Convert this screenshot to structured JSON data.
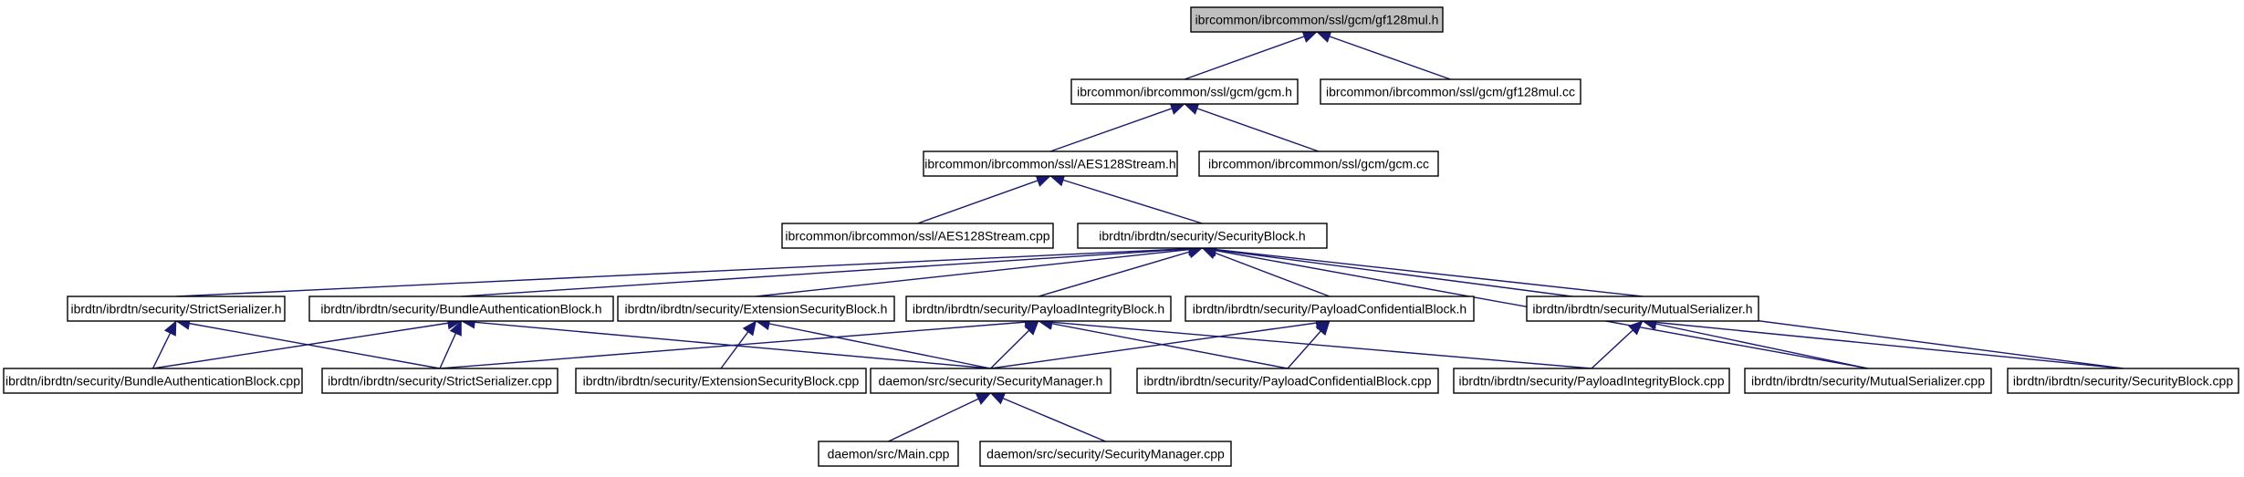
{
  "diagram": {
    "arrow_color": "#191970",
    "highlight_fill": "#bfbfbf",
    "nodes": [
      {
        "id": "gf128mul_h",
        "label": "ibrcommon/ibrcommon/ssl/gcm/gf128mul.h",
        "highlight": true
      },
      {
        "id": "gcm_h",
        "label": "ibrcommon/ibrcommon/ssl/gcm/gcm.h"
      },
      {
        "id": "gf128mul_cc",
        "label": "ibrcommon/ibrcommon/ssl/gcm/gf128mul.cc"
      },
      {
        "id": "aes128stream_h",
        "label": "ibrcommon/ibrcommon/ssl/AES128Stream.h"
      },
      {
        "id": "gcm_cc",
        "label": "ibrcommon/ibrcommon/ssl/gcm/gcm.cc"
      },
      {
        "id": "aes128stream_cpp",
        "label": "ibrcommon/ibrcommon/ssl/AES128Stream.cpp"
      },
      {
        "id": "securityblock_h",
        "label": "ibrdtn/ibrdtn/security/SecurityBlock.h"
      },
      {
        "id": "strictserializer_h",
        "label": "ibrdtn/ibrdtn/security/StrictSerializer.h"
      },
      {
        "id": "bundleauth_h",
        "label": "ibrdtn/ibrdtn/security/BundleAuthenticationBlock.h"
      },
      {
        "id": "extsec_h",
        "label": "ibrdtn/ibrdtn/security/ExtensionSecurityBlock.h"
      },
      {
        "id": "payloadint_h",
        "label": "ibrdtn/ibrdtn/security/PayloadIntegrityBlock.h"
      },
      {
        "id": "payloadconf_h",
        "label": "ibrdtn/ibrdtn/security/PayloadConfidentialBlock.h"
      },
      {
        "id": "mutualser_h",
        "label": "ibrdtn/ibrdtn/security/MutualSerializer.h"
      },
      {
        "id": "bundleauth_cpp",
        "label": "ibrdtn/ibrdtn/security/BundleAuthenticationBlock.cpp"
      },
      {
        "id": "strictserializer_cpp",
        "label": "ibrdtn/ibrdtn/security/StrictSerializer.cpp"
      },
      {
        "id": "extsec_cpp",
        "label": "ibrdtn/ibrdtn/security/ExtensionSecurityBlock.cpp"
      },
      {
        "id": "secmgr_h",
        "label": "daemon/src/security/SecurityManager.h"
      },
      {
        "id": "payloadconf_cpp",
        "label": "ibrdtn/ibrdtn/security/PayloadConfidentialBlock.cpp"
      },
      {
        "id": "payloadint_cpp",
        "label": "ibrdtn/ibrdtn/security/PayloadIntegrityBlock.cpp"
      },
      {
        "id": "mutualser_cpp",
        "label": "ibrdtn/ibrdtn/security/MutualSerializer.cpp"
      },
      {
        "id": "securityblock_cpp",
        "label": "ibrdtn/ibrdtn/security/SecurityBlock.cpp"
      },
      {
        "id": "main_cpp",
        "label": "daemon/src/Main.cpp"
      },
      {
        "id": "secmgr_cpp",
        "label": "daemon/src/security/SecurityManager.cpp"
      }
    ],
    "edges": [
      {
        "from": "gcm_h",
        "to": "gf128mul_h"
      },
      {
        "from": "gf128mul_cc",
        "to": "gf128mul_h"
      },
      {
        "from": "aes128stream_h",
        "to": "gcm_h"
      },
      {
        "from": "gcm_cc",
        "to": "gcm_h"
      },
      {
        "from": "aes128stream_cpp",
        "to": "aes128stream_h"
      },
      {
        "from": "securityblock_h",
        "to": "aes128stream_h"
      },
      {
        "from": "strictserializer_h",
        "to": "securityblock_h"
      },
      {
        "from": "bundleauth_h",
        "to": "securityblock_h"
      },
      {
        "from": "extsec_h",
        "to": "securityblock_h"
      },
      {
        "from": "payloadint_h",
        "to": "securityblock_h"
      },
      {
        "from": "payloadconf_h",
        "to": "securityblock_h"
      },
      {
        "from": "mutualser_h",
        "to": "securityblock_h"
      },
      {
        "from": "mutualser_cpp",
        "to": "securityblock_h"
      },
      {
        "from": "securityblock_cpp",
        "to": "securityblock_h"
      },
      {
        "from": "bundleauth_cpp",
        "to": "strictserializer_h"
      },
      {
        "from": "strictserializer_cpp",
        "to": "strictserializer_h"
      },
      {
        "from": "bundleauth_cpp",
        "to": "bundleauth_h"
      },
      {
        "from": "strictserializer_cpp",
        "to": "bundleauth_h"
      },
      {
        "from": "secmgr_h",
        "to": "bundleauth_h"
      },
      {
        "from": "extsec_cpp",
        "to": "extsec_h"
      },
      {
        "from": "secmgr_h",
        "to": "extsec_h"
      },
      {
        "from": "strictserializer_cpp",
        "to": "payloadint_h"
      },
      {
        "from": "secmgr_h",
        "to": "payloadint_h"
      },
      {
        "from": "payloadconf_cpp",
        "to": "payloadint_h"
      },
      {
        "from": "payloadint_cpp",
        "to": "payloadint_h"
      },
      {
        "from": "secmgr_h",
        "to": "payloadconf_h"
      },
      {
        "from": "payloadconf_cpp",
        "to": "payloadconf_h"
      },
      {
        "from": "payloadint_cpp",
        "to": "mutualser_h"
      },
      {
        "from": "mutualser_cpp",
        "to": "mutualser_h"
      },
      {
        "from": "securityblock_cpp",
        "to": "mutualser_h"
      },
      {
        "from": "main_cpp",
        "to": "secmgr_h"
      },
      {
        "from": "secmgr_cpp",
        "to": "secmgr_h"
      }
    ]
  }
}
